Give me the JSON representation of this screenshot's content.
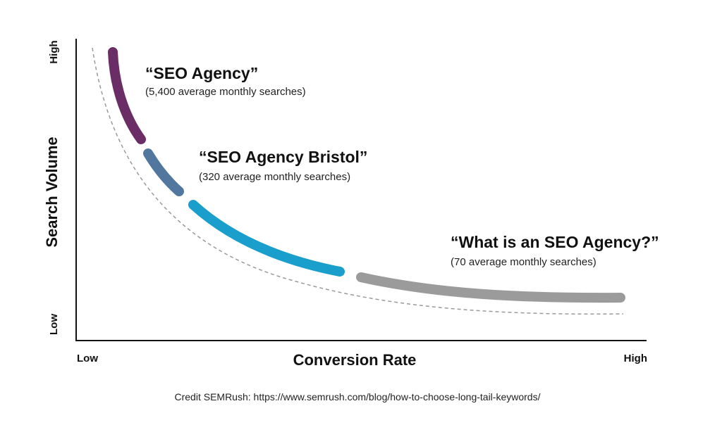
{
  "axes": {
    "y_title": "Search Volume",
    "y_high": "High",
    "y_low": "Low",
    "x_title": "Conversion Rate",
    "x_low": "Low",
    "x_high": "High"
  },
  "keywords": [
    {
      "title": "“SEO Agency”",
      "subtitle": "(5,400 average monthly searches)",
      "color": "#6b2d66"
    },
    {
      "title": "“SEO Agency Bristol”",
      "subtitle": "(320 average monthly searches)",
      "color": "#52779f"
    },
    {
      "title": "",
      "subtitle": "",
      "color": "#1a9fcc"
    },
    {
      "title": "“What is an SEO Agency?”",
      "subtitle": "(70 average monthly searches)",
      "color": "#9b9b9b"
    }
  ],
  "credit": "Credit SEMRush: https://www.semrush.com/blog/how-to-choose-long-tail-keywords/"
}
